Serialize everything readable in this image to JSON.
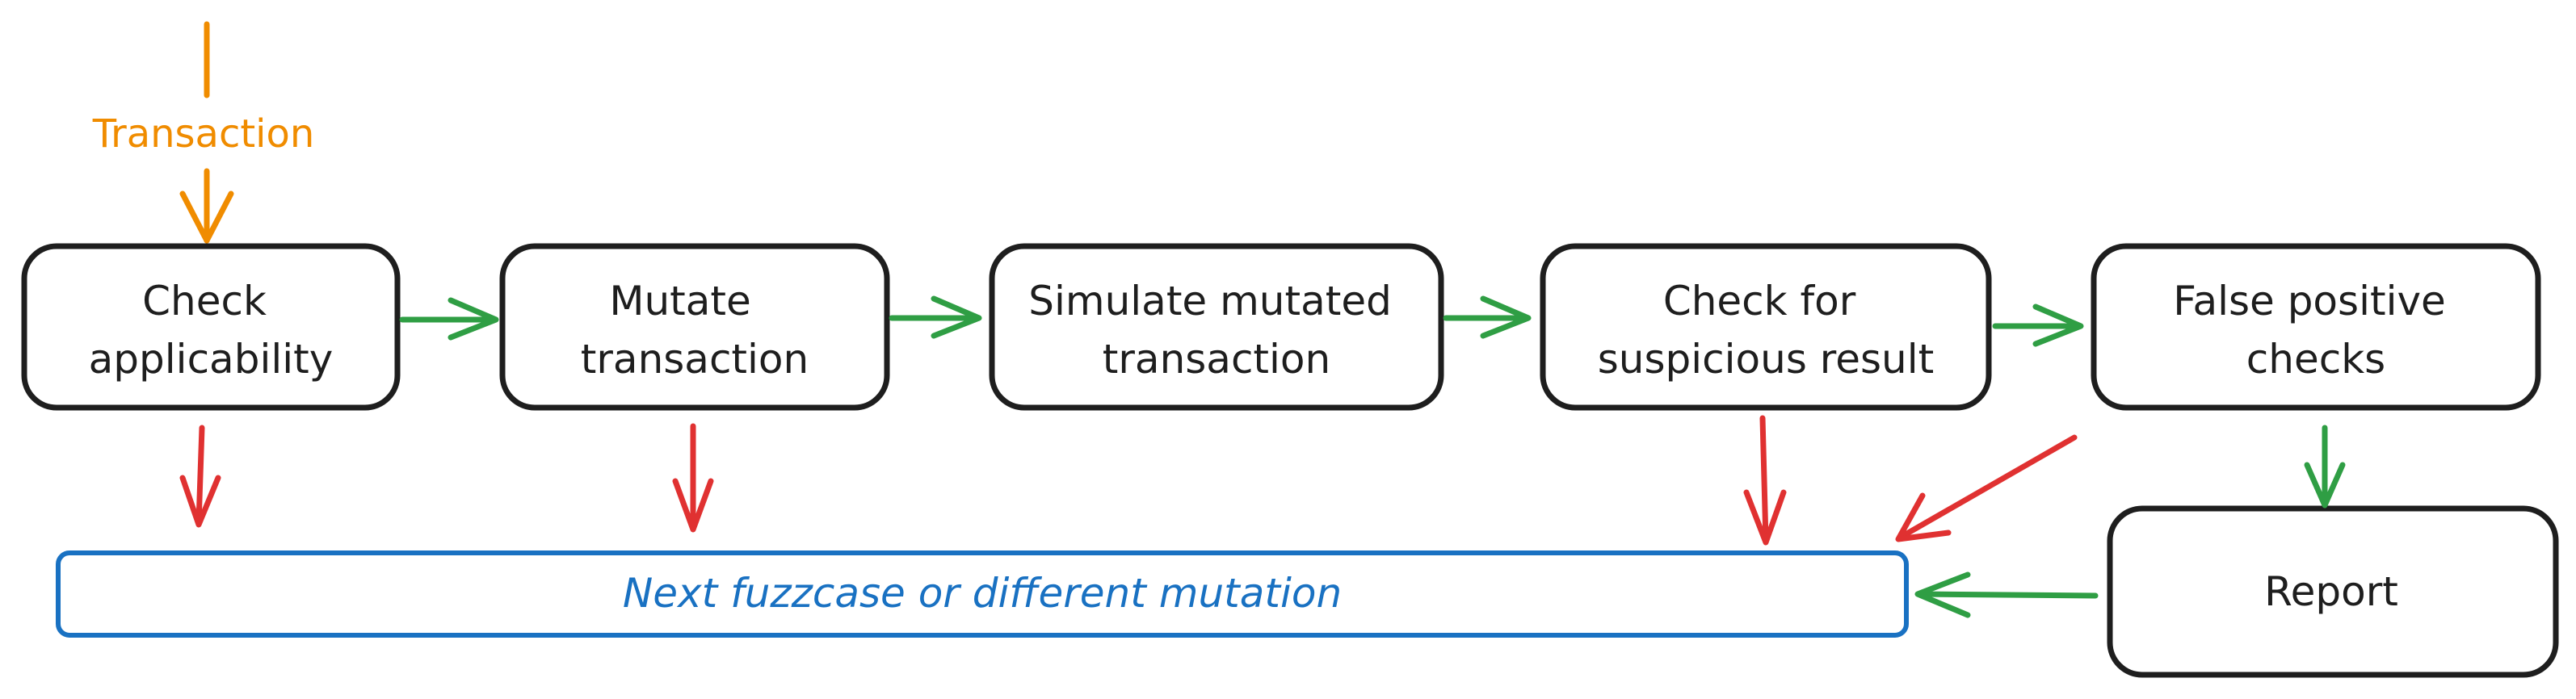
{
  "input": {
    "label": "Transaction",
    "color": "#f08c00"
  },
  "steps": [
    {
      "id": "check-applicability",
      "lines": [
        "Check",
        "applicability"
      ]
    },
    {
      "id": "mutate-transaction",
      "lines": [
        "Mutate",
        "transaction"
      ]
    },
    {
      "id": "simulate-mutated-transaction",
      "lines": [
        "Simulate mutated",
        "transaction"
      ]
    },
    {
      "id": "check-for-suspicious-result",
      "lines": [
        "Check for",
        "suspicious result"
      ]
    },
    {
      "id": "false-positive-checks",
      "lines": [
        "False positive",
        "checks"
      ]
    }
  ],
  "report": {
    "label": "Report"
  },
  "next": {
    "label": "Next fuzzcase or different mutation",
    "color": "#1971c2"
  },
  "colors": {
    "box_stroke": "#1e1e1e",
    "success_arrow": "#2f9e44",
    "fail_arrow": "#e03131"
  }
}
